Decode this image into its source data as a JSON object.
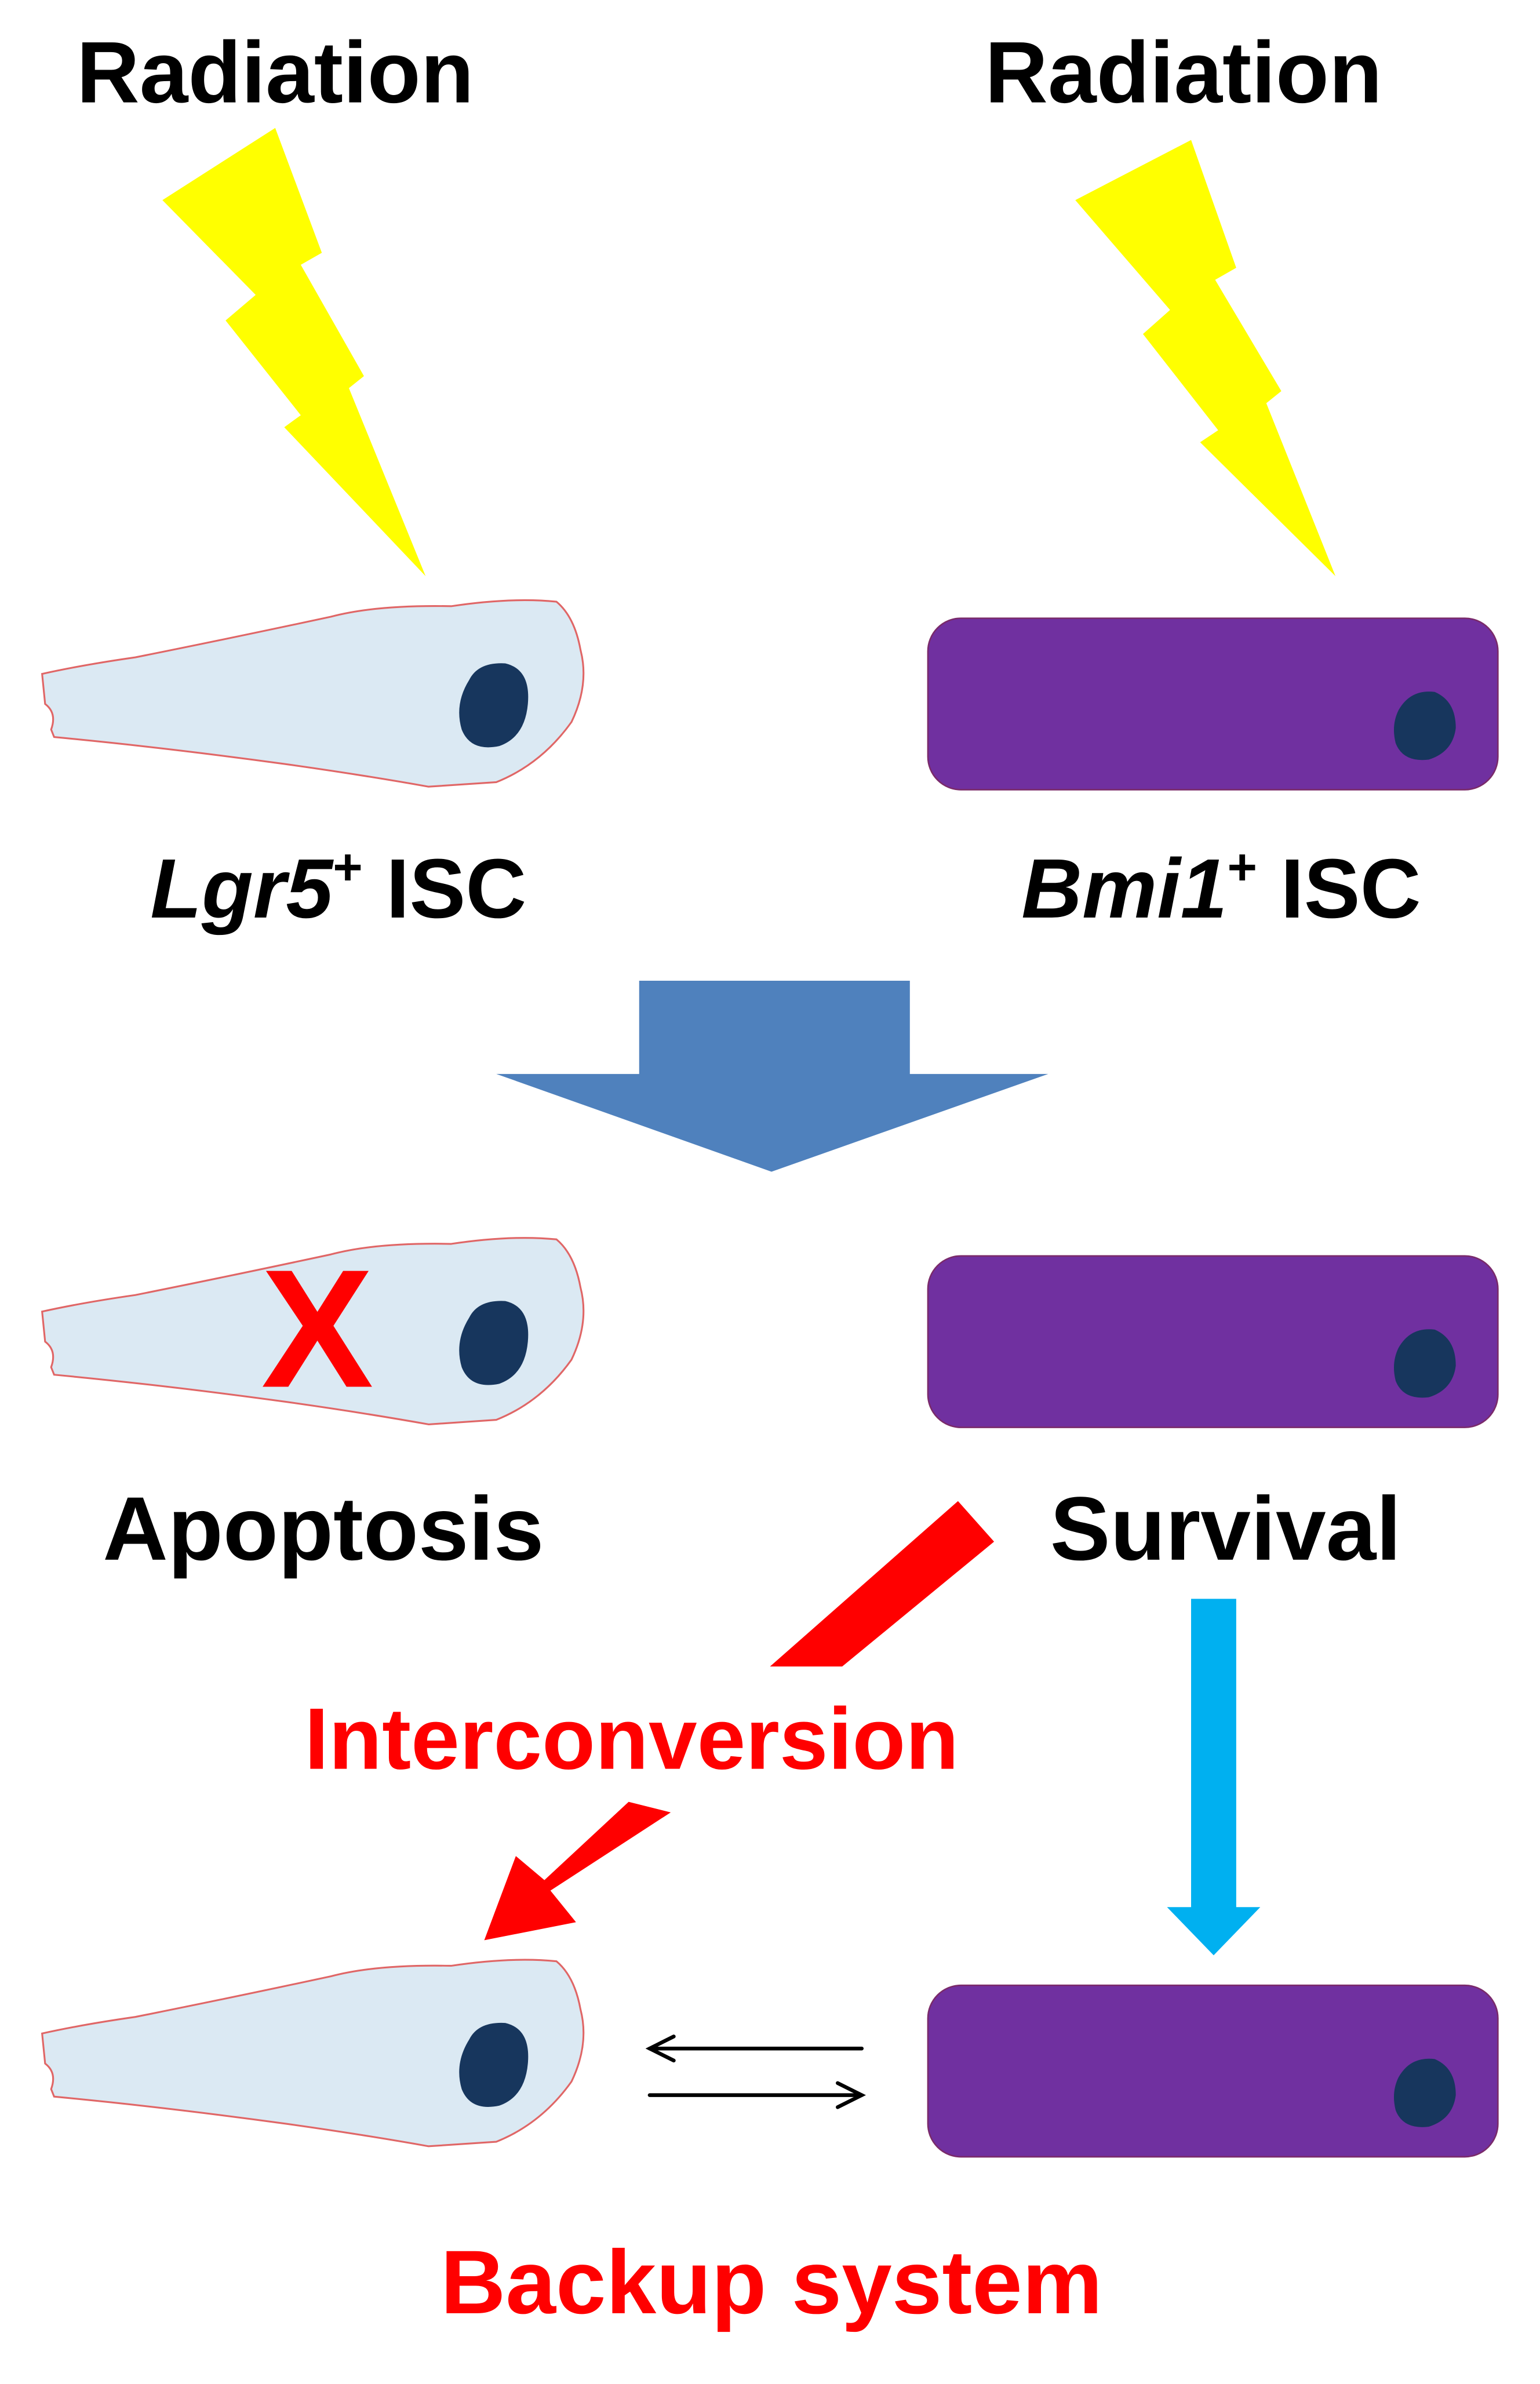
{
  "labels": {
    "radiation_left": "Radiation",
    "radiation_right": "Radiation",
    "lgr5_gene": "Lgr5",
    "lgr5_superscript": "+",
    "lgr5_suffix": " ISC",
    "bmi1_gene": "Bmi1",
    "bmi1_superscript": "+",
    "bmi1_suffix": " ISC",
    "apoptosis": "Apoptosis",
    "survival": "Survival",
    "interconversion": "Interconversion",
    "backup_system": "Backup system",
    "x_mark": "X"
  },
  "colors": {
    "lightning": "#ffff00",
    "lgr5_cell_fill": "#dbe9f3",
    "lgr5_cell_outline": "#e06666",
    "nucleus": "#17365d",
    "bmi1_cell_fill": "#7030a0",
    "main_arrow": "#4f81bd",
    "red_accent": "#ff0000",
    "cyan_arrow": "#00b0f0",
    "text_black": "#000000"
  }
}
